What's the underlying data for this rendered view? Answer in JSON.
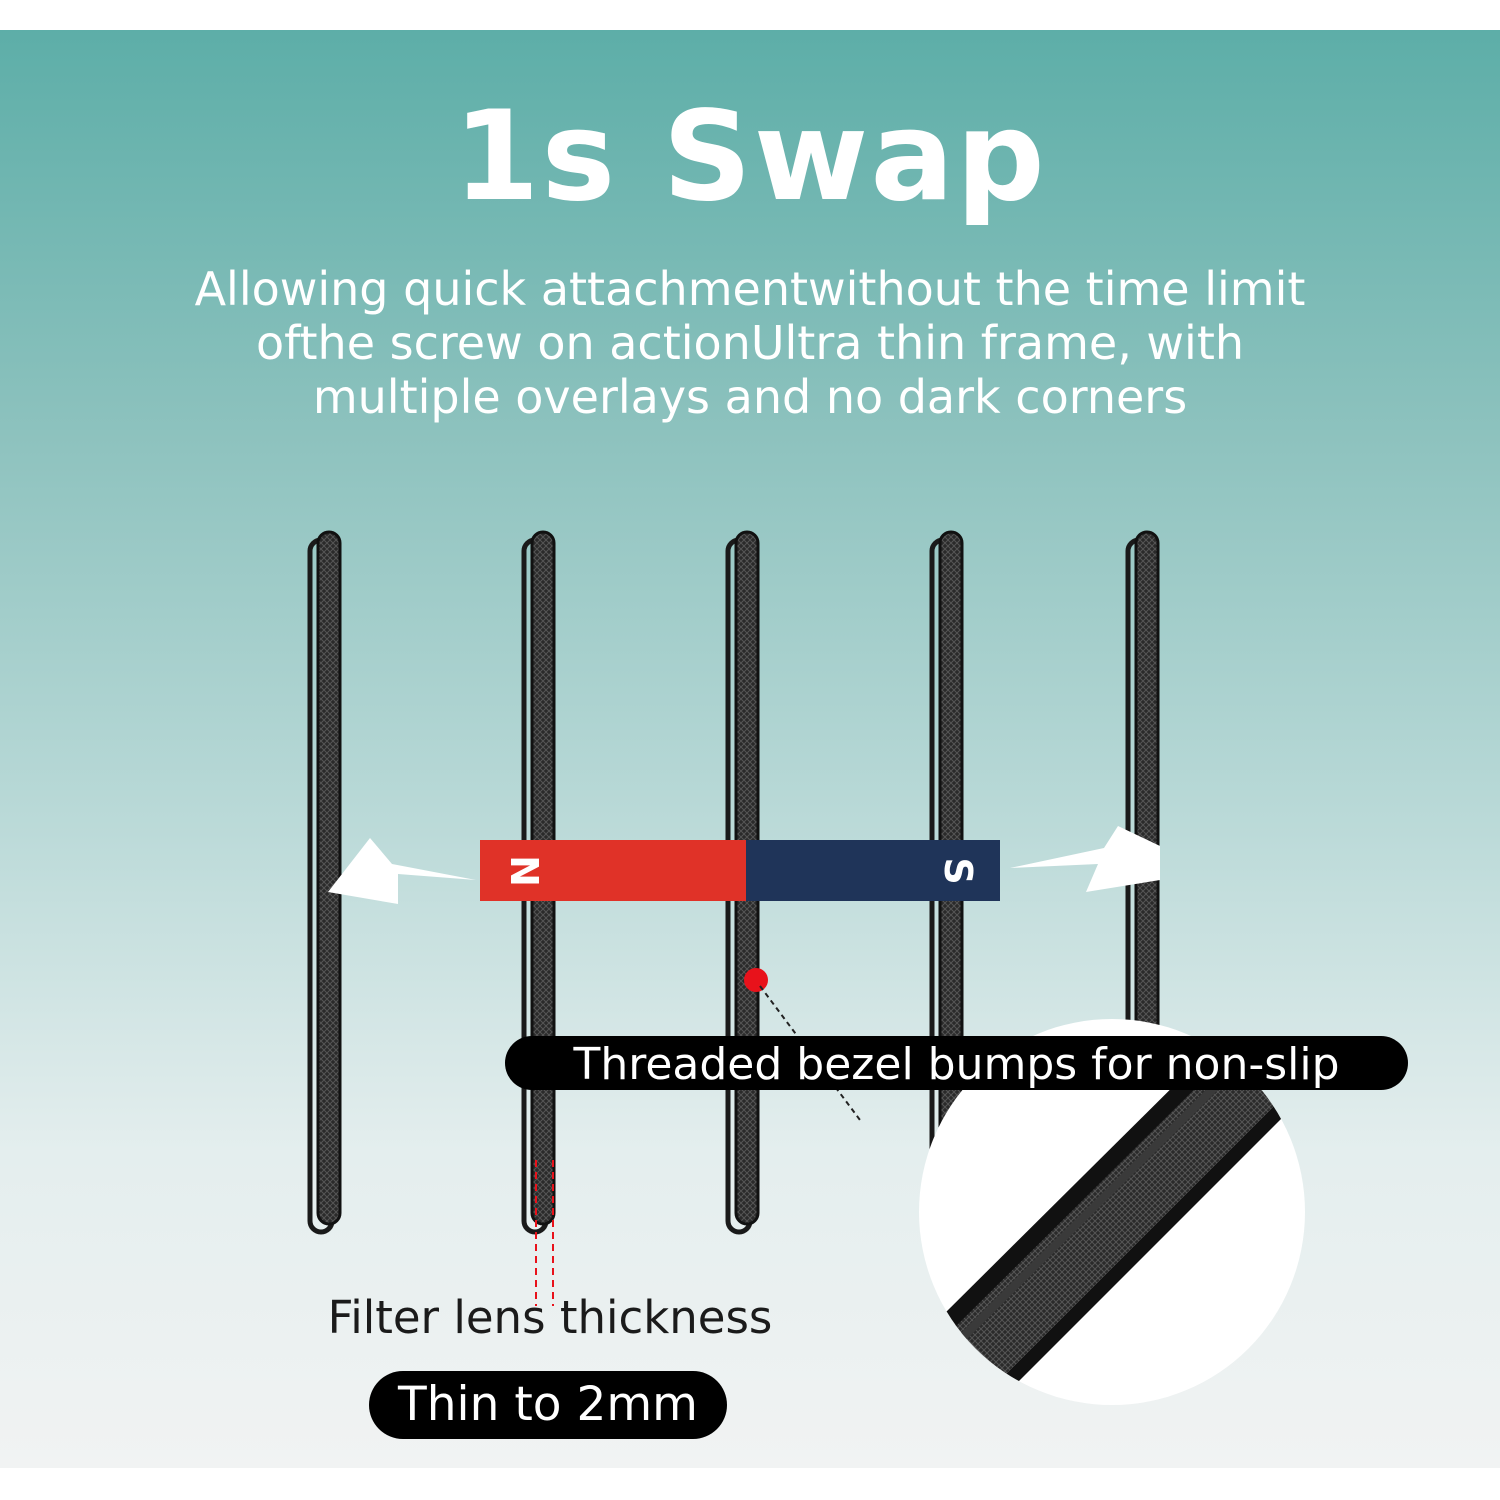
{
  "header": {
    "title": "1s Swap",
    "subtitle_lines": [
      "Allowing quick attachmentwithout the time limit",
      "ofthe screw on actionUltra thin frame, with",
      "multiple overlays and no dark corners"
    ]
  },
  "magnet": {
    "north_label": "N",
    "south_label": "S",
    "north_color": "#e03228",
    "south_color": "#1f3459"
  },
  "callouts": {
    "bezel_label": "Threaded bezel bumps for non-slip",
    "thickness_label": "Filter lens thickness",
    "thin_label": "Thin to 2mm"
  },
  "colors": {
    "background_top": "#5daea8",
    "background_bottom": "#f1f3f3",
    "ring": "#1a1a1a",
    "marker": "#e8121b"
  }
}
